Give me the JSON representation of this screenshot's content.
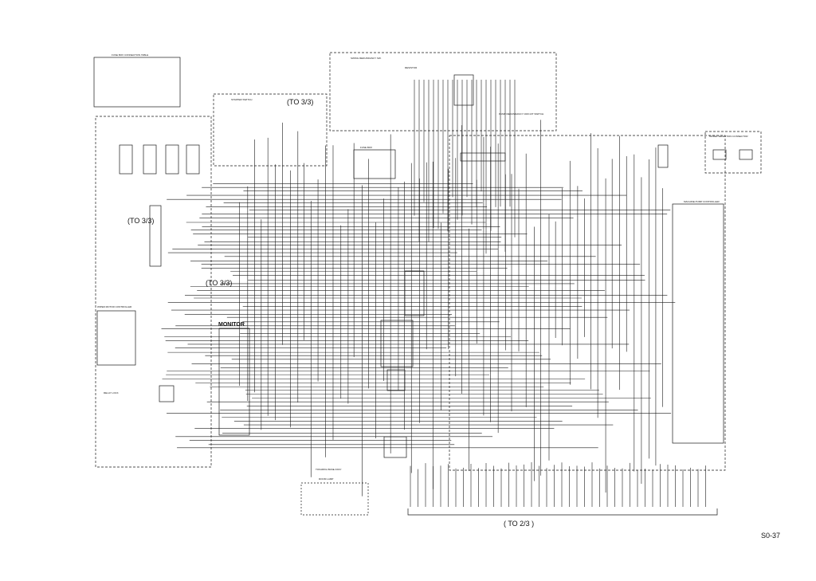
{
  "sheet": {
    "page_number": "S0-37",
    "continuation_labels": {
      "to_3_3_top": "(TO 3/3)",
      "to_3_3_left": "(TO 3/3)",
      "to_3_3_mid": "(TO 3/3)",
      "to_2_3_bottom": "( TO 2/3 )"
    },
    "block_titles": {
      "monitor": "MONITOR",
      "fuse_box_table": "FUSE BOX CONNECTION TABLE",
      "swing_redundancy": "SWING REDUNDANCY SW.",
      "model_selection": "MODEL SELECTION CONNECTOR",
      "starter_switch": "STARTER SWITCH",
      "room_lamp": "ROOM LAMP",
      "relay_lock": "RELAY LOCK",
      "wiper_motor_controller": "WIPER MOTOR CONTROLLER",
      "pump_controller": "MACHINE PUMP CONTROLLER",
      "fuse_box": "FUSE BOX",
      "resistor": "RESISTOR",
      "pump_redundancy": "PUMP REDUNDANCY CIRCUIT SWITCH",
      "base_assy": "TOKARIKA BASE ASSY"
    }
  }
}
